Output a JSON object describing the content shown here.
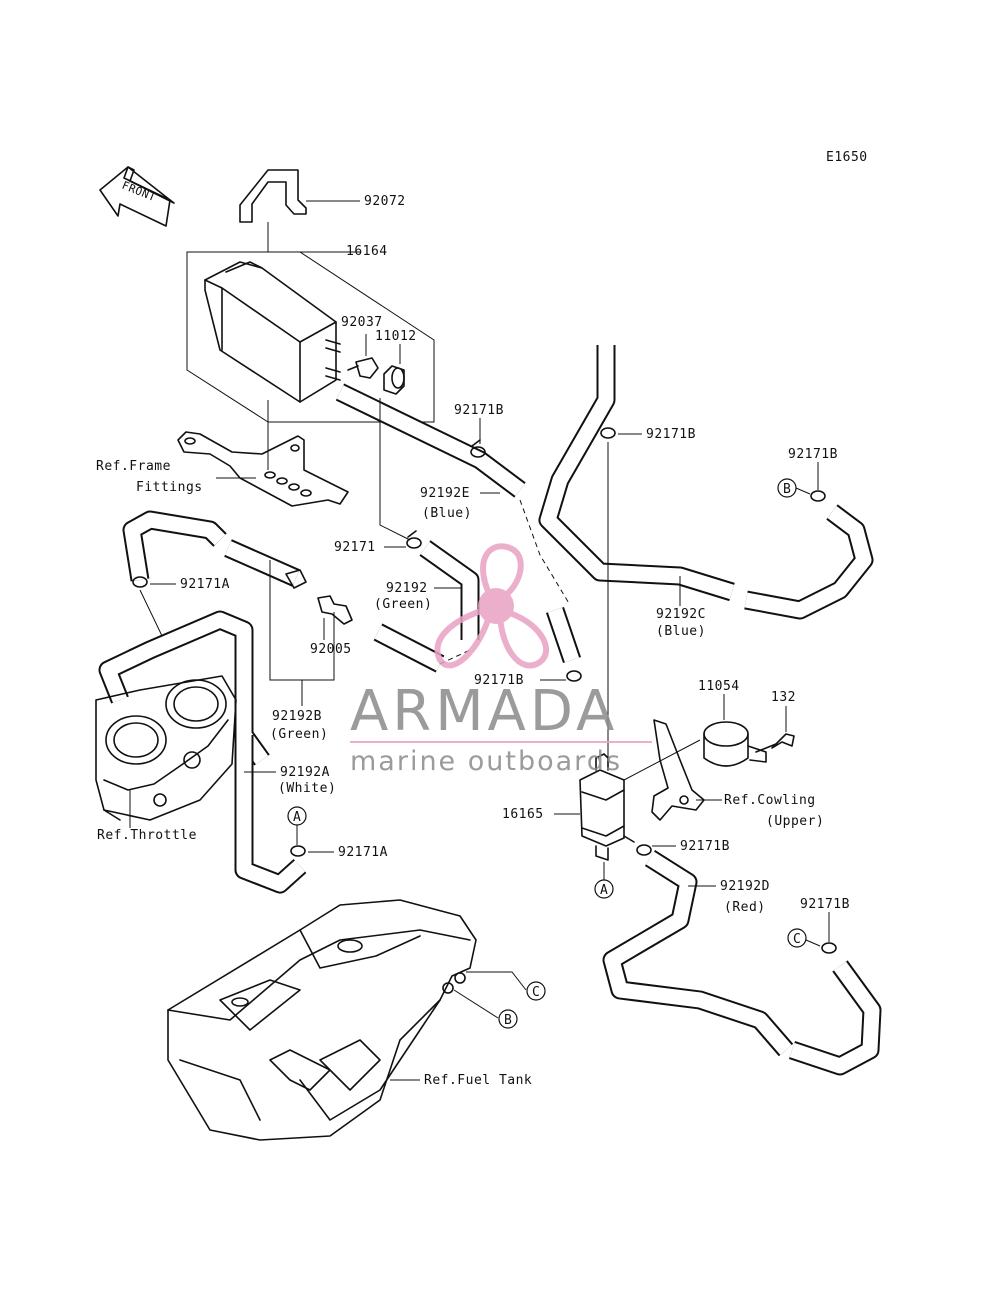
{
  "diagram_code": "E1650",
  "front_arrow_label": "FRONT",
  "callouts": {
    "c92072": "92072",
    "c16164": "16164",
    "c92037": "92037",
    "c11012": "11012",
    "c92171B_top": "92171B",
    "c92171B_mid": "92171B",
    "c92171B_right": "92171B",
    "c92171B_low": "92171B",
    "c92171B_filter": "92171B",
    "c92171B_bottom": "92171B",
    "c92192E": "92192E",
    "c92192E_color": "(Blue)",
    "c92171": "92171",
    "c92192": "92192",
    "c92192_color": "(Green)",
    "c92171A_top": "92171A",
    "c92171A_bottom": "92171A",
    "c92005": "92005",
    "c92192B": "92192B",
    "c92192B_color": "(Green)",
    "c92192A": "92192A",
    "c92192A_color": "(White)",
    "c92192C": "92192C",
    "c92192C_color": "(Blue)",
    "c92192D": "92192D",
    "c92192D_color": "(Red)",
    "c11054": "11054",
    "c132": "132",
    "c16165": "16165"
  },
  "references": {
    "frame_line1": "Ref.Frame",
    "frame_line2": "Fittings",
    "throttle": "Ref.Throttle",
    "cowling_line1": "Ref.Cowling",
    "cowling_line2": "(Upper)",
    "fuel_tank": "Ref.Fuel Tank"
  },
  "connection_markers": {
    "a": "A",
    "b": "B",
    "c": "C"
  },
  "watermark": {
    "brand": "ARMADA",
    "tagline": "marine outboards",
    "accent_color": "#e8a2c4"
  }
}
